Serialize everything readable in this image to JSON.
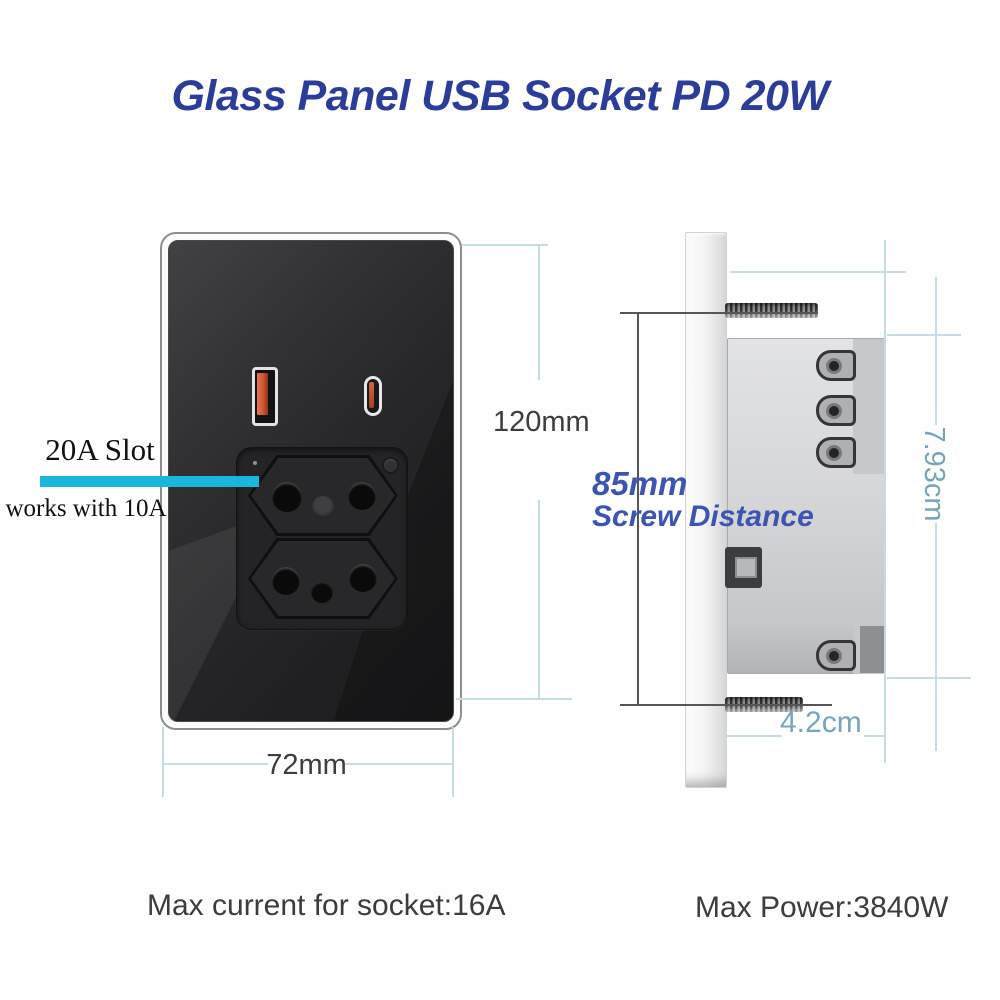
{
  "title": "Glass Panel USB Socket PD 20W",
  "callout": {
    "slot_label": "20A Slot",
    "slot_sublabel": "works with 10A"
  },
  "dimensions": {
    "front_height": "120mm",
    "front_width": "72mm",
    "screw_distance_value": "85mm",
    "screw_distance_text": "Screw Distance",
    "side_height": "7.93cm",
    "side_depth": "4.2cm"
  },
  "footer": {
    "max_current": "Max current for socket:16A",
    "max_power": "Max Power:3840W"
  },
  "colors": {
    "title_blue": "#2b3c99",
    "accent_cyan": "#1bb6dc",
    "screw_label_blue": "#3c55b2",
    "dim_line_light": "#c5dce4",
    "dim_text_teal": "#76a6b8",
    "dim_text_dark": "#3d3d3f"
  }
}
